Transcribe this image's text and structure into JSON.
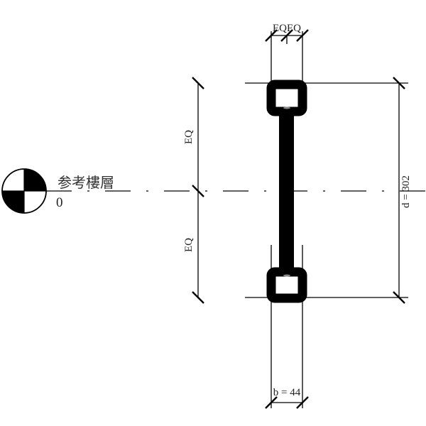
{
  "level": {
    "name": "参考樓層",
    "elevation": "0"
  },
  "dimensions": {
    "left_upper": "EQ",
    "left_lower": "EQ",
    "top": "EQEQ",
    "depth": "d = 302",
    "width": "b = 44"
  },
  "colors": {
    "line": "#000000",
    "background": "#ffffff"
  }
}
